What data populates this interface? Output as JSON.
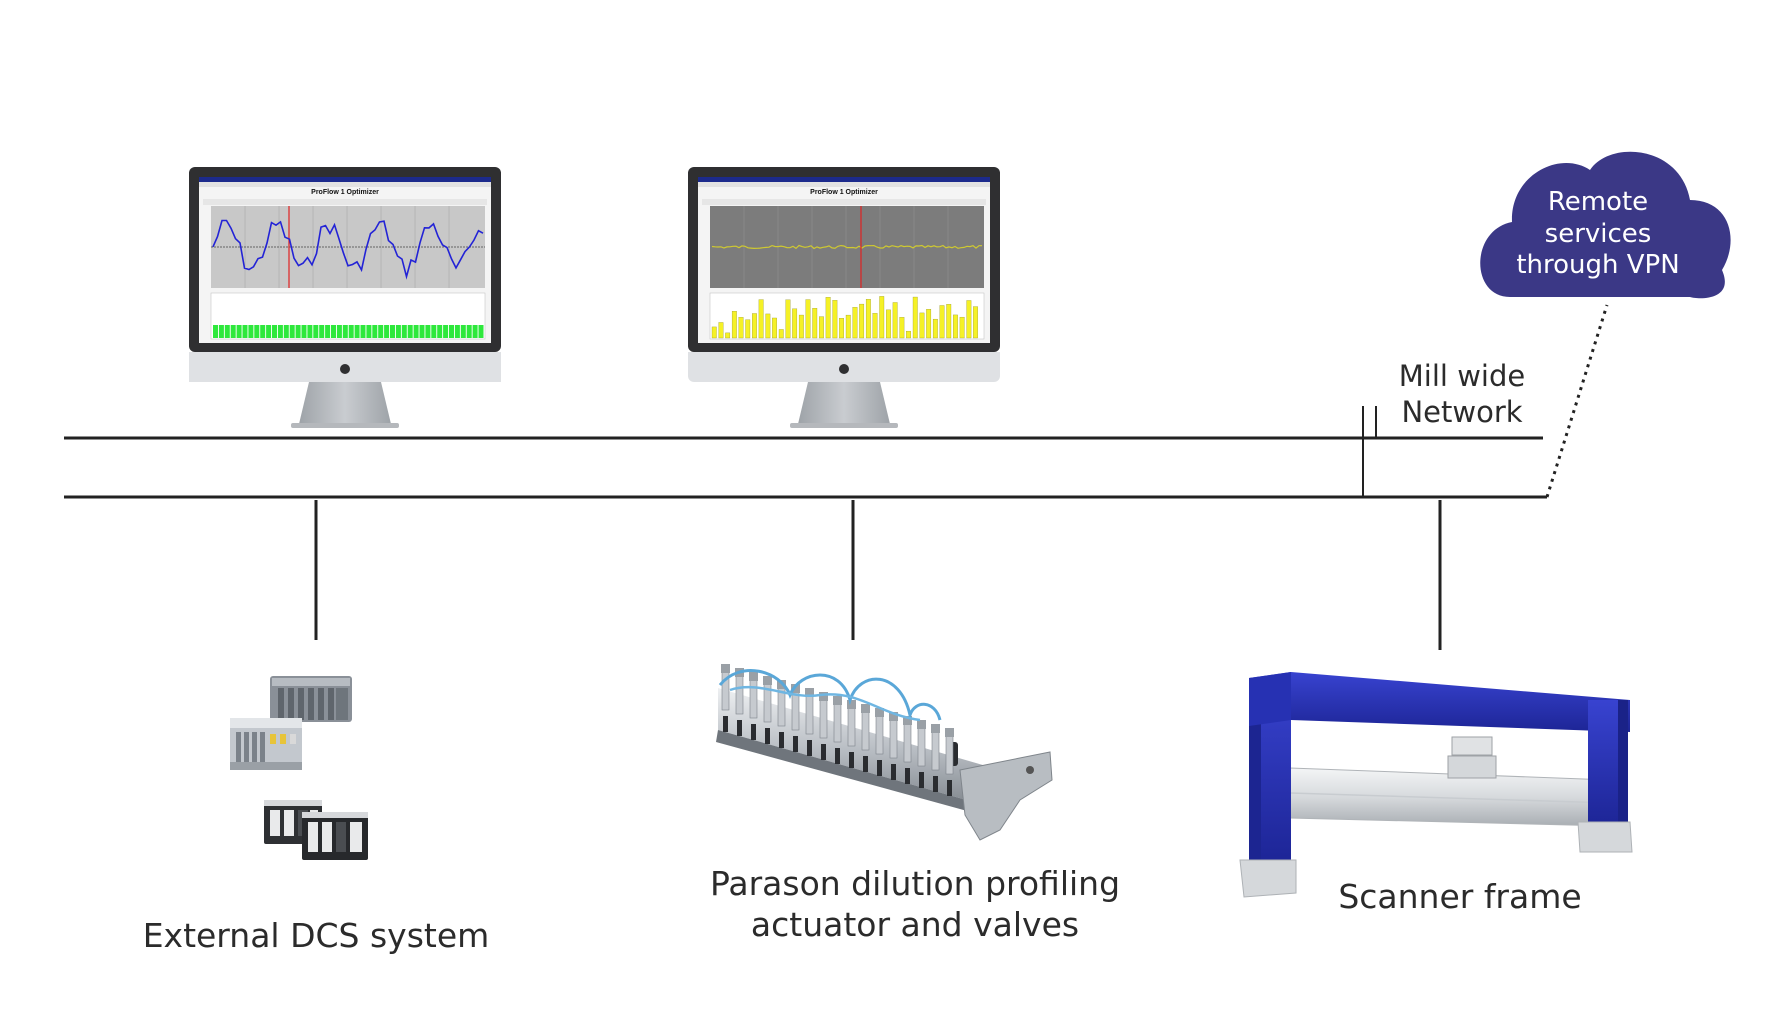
{
  "monitors": [
    {
      "title": "ProFlow 1 Optimizer",
      "screen_style": "line-trend",
      "plot_bg": "#c8c8c8",
      "trend_color": "#2323d6",
      "bar_color": "#2ee83c"
    },
    {
      "title": "ProFlow 1 Optimizer",
      "screen_style": "flat-band",
      "plot_bg": "#7c7c7c",
      "trend_color": "#cfc930",
      "bar_color": "#f5f126"
    }
  ],
  "network": {
    "label_line1": "Mill wide",
    "label_line2": "Network",
    "line_color": "#222222"
  },
  "cloud": {
    "line1": "Remote",
    "line2": "services",
    "line3": "through VPN",
    "color": "#3b3886"
  },
  "devices": {
    "dcs": {
      "label": "External DCS system",
      "icon": "plc-modules-icon"
    },
    "parason": {
      "label_line1": "Parason dilution profiling",
      "label_line2": "actuator and valves",
      "icon": "actuator-valves-icon"
    },
    "scanner": {
      "label": "Scanner frame",
      "icon": "scanner-frame-icon",
      "color": "#2a33b8"
    }
  }
}
